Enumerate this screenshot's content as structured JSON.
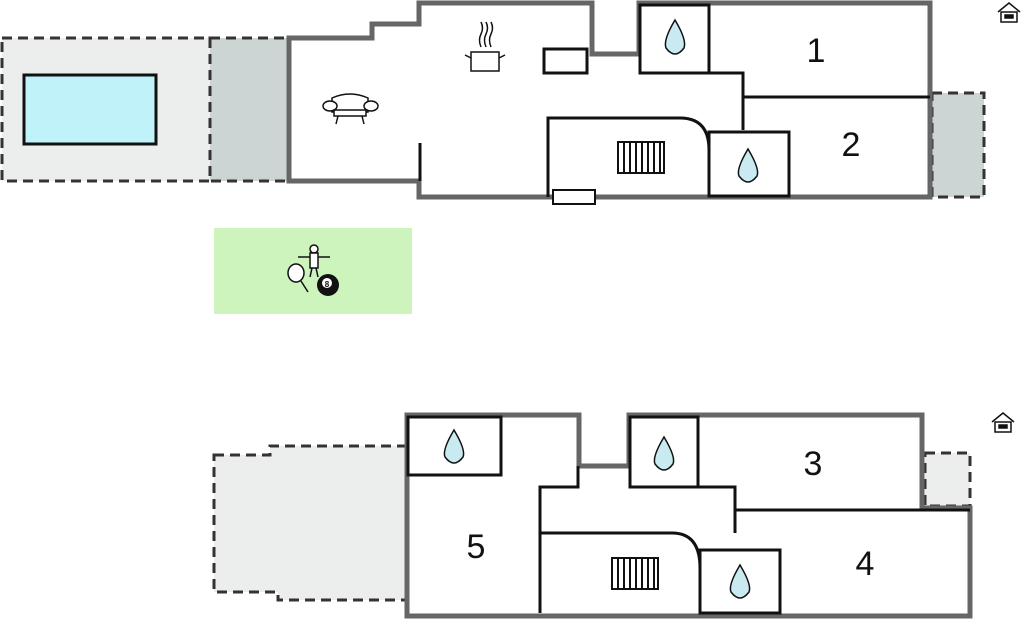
{
  "colors": {
    "wall_outer": "#666666",
    "wall_inner": "#111111",
    "terrace": "#eceeee",
    "covered_terrace": "#ccd4d4",
    "pool_water": "#c0f2fa",
    "garden_green": "#ccf4bc",
    "water_drop": "#c8eaf0",
    "ball_black": "#111111"
  },
  "icons": {
    "pool": "swimming-pool-icon",
    "sofa": "sofa-icon",
    "kitchen": "cooking-pot-icon",
    "stairs": "stairs-icon",
    "bathroom": "water-drop-icon",
    "games": [
      "table-football-icon",
      "table-tennis-icon",
      "billiard-ball-icon"
    ],
    "entrance": "house-entrance-icon"
  },
  "games_area": {
    "billiard_ball_number": "8"
  },
  "ground_floor": {
    "rooms": [
      {
        "label": "1"
      },
      {
        "label": "2"
      }
    ]
  },
  "upper_floor": {
    "rooms": [
      {
        "label": "3"
      },
      {
        "label": "4"
      },
      {
        "label": "5"
      }
    ]
  }
}
